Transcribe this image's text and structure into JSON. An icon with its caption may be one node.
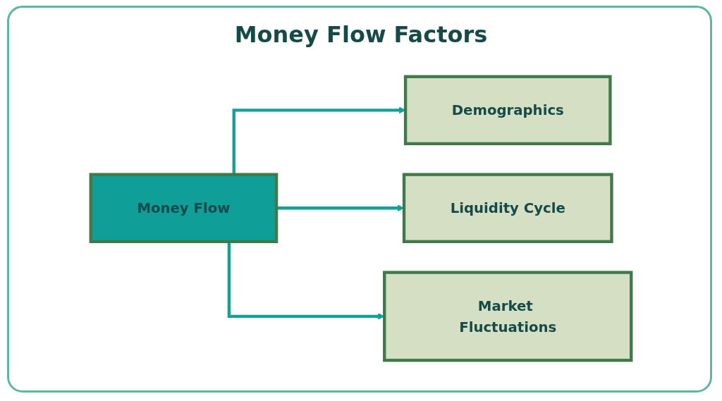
{
  "diagram": {
    "title": "Money Flow Factors",
    "nodes": [
      {
        "text": [
          "Money Flow"
        ]
      },
      {
        "text": [
          "Demographics"
        ]
      },
      {
        "text": [
          "Liquidity Cycle"
        ]
      },
      {
        "text": [
          "Market Fluctuations"
        ]
      }
    ],
    "edges": [
      {
        "from": 0,
        "to": 1,
        "arrow": "to"
      },
      {
        "from": 0,
        "to": 2,
        "arrow": "to"
      },
      {
        "from": 0,
        "to": 3,
        "arrow": "to"
      }
    ]
  }
}
